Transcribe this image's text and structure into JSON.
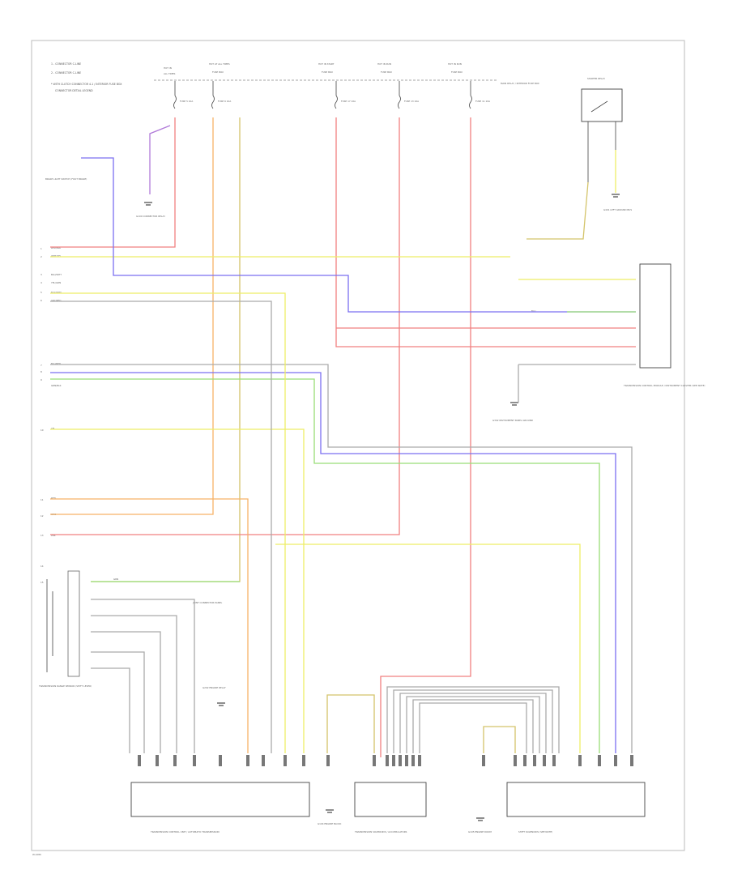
{
  "legend": {
    "line1": "1 - CONNECTOR C-LINE",
    "line2": "2 - CONNECTOR C-LINE",
    "line3": "* WITH CLUTCH CONNECTOR 4-1 / INTERIOR FUSE BOX",
    "line4": "CONNECTOR DETAIL LEGEND"
  },
  "footer_code": "W-1080",
  "colors": {
    "red": "#f08080",
    "blue": "#7b6ff0",
    "yellow": "#eeee66",
    "orange": "#f7b267",
    "green": "#99dd77",
    "gray": "#aaaaaa",
    "purple": "#b07ad8",
    "olive": "#d4c46a"
  },
  "top_supplies": [
    {
      "label_a": "HOT IN",
      "label_b": "ALL TIMES"
    },
    {
      "label_a": "HOT AT ALL TIMES",
      "label_b": "FUSE BOX"
    },
    {
      "label_a": "HOT IN START",
      "label_b": "FUSE BOX"
    },
    {
      "label_a": "HOT IN RUN",
      "label_b": "FUSE BOX"
    },
    {
      "label_a": "HOT IN RUN",
      "label_b": "FUSE BOX"
    }
  ],
  "fuses": [
    {
      "label": "FUSE 5 10A"
    },
    {
      "label": "FUSE 6 10A"
    },
    {
      "label": "FUSE 17 10A"
    },
    {
      "label": "FUSE 13 10A"
    },
    {
      "label": "FUSE 11 10A"
    }
  ],
  "relay": {
    "title": "STARTER RELAY",
    "desc": "MAIN RELAY / INTERIOR FUSE BOX"
  },
  "left_device": {
    "label": "BRAKE LIGHT SWITCH (FOOT BRAKE)"
  },
  "left_ground": {
    "label": "G100 CONNECTOR RELAY"
  },
  "right_ground_top": {
    "label": "G401 LEFT GROUND BUS"
  },
  "right_module": {
    "label": "TRANSMISSION CONTROL MODULE / INSTRUMENT CLUSTER (SEE NOTE)"
  },
  "right_mid_ground": {
    "label": "G302 INSTRUMENT PANEL GROUND"
  },
  "shift_switch": {
    "label": "TRANSMISSION RANGE SENSOR (SHIFT LEVER)"
  },
  "connector_note": {
    "label": "JOINT CONNECTOR PANEL"
  },
  "ground_mid": {
    "label": "G202 ENGINE RELAY"
  },
  "bottom_ground_a": {
    "label": "G104 ENGINE BLOCK"
  },
  "bottom_ground_b": {
    "label": "G105 ENGINE ROOM"
  },
  "bottom_modules": [
    {
      "label": "TRANSMISSION CONTROL UNIT / AUTOMATIC TRANSMISSION"
    },
    {
      "label": "TRANSMISSION SOLENOIDS / ACCUMULATORS"
    },
    {
      "label": "SHIFT SOLENOIDS (SEE NOTE)"
    }
  ],
  "wire_labels": {
    "wl_red_blk": "RED/BLK",
    "wl_wht_yel": "WHT/YEL",
    "wl_blu_wht": "BLU/WHT",
    "wl_yel_grn": "YEL/GRN",
    "wl_blk_wht": "BLK/WHT",
    "wl_gry_red": "GRY/RED",
    "wl_blu_red": "BLU/RED",
    "wl_grn_blk": "GRN/BLK",
    "wl_red": "RED",
    "wl_org": "ORG",
    "wl_grn": "GRN",
    "wl_blu": "BLU",
    "wl_yel": "YEL",
    "wl_pnk": "PNK"
  },
  "left_pins": [
    "1",
    "2",
    "3",
    "4",
    "5",
    "6",
    "7",
    "8",
    "9",
    "10",
    "11",
    "12",
    "13",
    "14",
    "15"
  ]
}
